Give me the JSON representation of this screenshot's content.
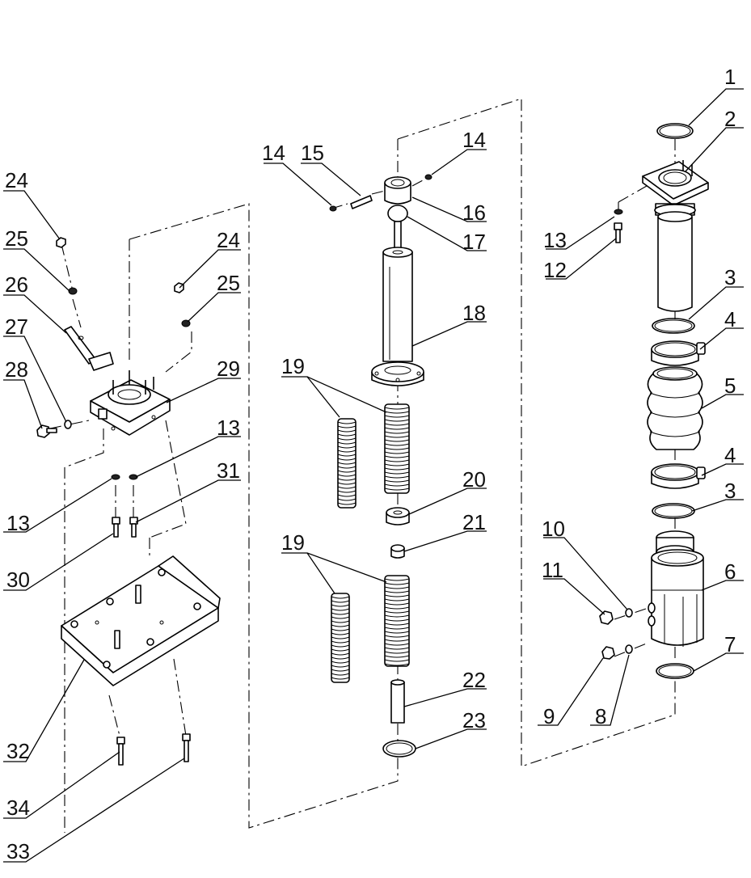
{
  "callouts": [
    {
      "id": "c1",
      "label": "1"
    },
    {
      "id": "c2",
      "label": "2"
    },
    {
      "id": "c3a",
      "label": "3"
    },
    {
      "id": "c3b",
      "label": "3"
    },
    {
      "id": "c4a",
      "label": "4"
    },
    {
      "id": "c4b",
      "label": "4"
    },
    {
      "id": "c5",
      "label": "5"
    },
    {
      "id": "c6",
      "label": "6"
    },
    {
      "id": "c7",
      "label": "7"
    },
    {
      "id": "c8",
      "label": "8"
    },
    {
      "id": "c9",
      "label": "9"
    },
    {
      "id": "c10",
      "label": "10"
    },
    {
      "id": "c11",
      "label": "11"
    },
    {
      "id": "c12",
      "label": "12"
    },
    {
      "id": "c13a",
      "label": "13"
    },
    {
      "id": "c13b",
      "label": "13"
    },
    {
      "id": "c13c",
      "label": "13"
    },
    {
      "id": "c14a",
      "label": "14"
    },
    {
      "id": "c14b",
      "label": "14"
    },
    {
      "id": "c15",
      "label": "15"
    },
    {
      "id": "c16",
      "label": "16"
    },
    {
      "id": "c17",
      "label": "17"
    },
    {
      "id": "c18",
      "label": "18"
    },
    {
      "id": "c19a",
      "label": "19"
    },
    {
      "id": "c19b",
      "label": "19"
    },
    {
      "id": "c20",
      "label": "20"
    },
    {
      "id": "c21",
      "label": "21"
    },
    {
      "id": "c22",
      "label": "22"
    },
    {
      "id": "c23",
      "label": "23"
    },
    {
      "id": "c24a",
      "label": "24"
    },
    {
      "id": "c24b",
      "label": "24"
    },
    {
      "id": "c25a",
      "label": "25"
    },
    {
      "id": "c25b",
      "label": "25"
    },
    {
      "id": "c26",
      "label": "26"
    },
    {
      "id": "c27",
      "label": "27"
    },
    {
      "id": "c28",
      "label": "28"
    },
    {
      "id": "c29",
      "label": "29"
    },
    {
      "id": "c30",
      "label": "30"
    },
    {
      "id": "c31",
      "label": "31"
    },
    {
      "id": "c32",
      "label": "32"
    },
    {
      "id": "c33",
      "label": "33"
    },
    {
      "id": "c34",
      "label": "34"
    }
  ]
}
